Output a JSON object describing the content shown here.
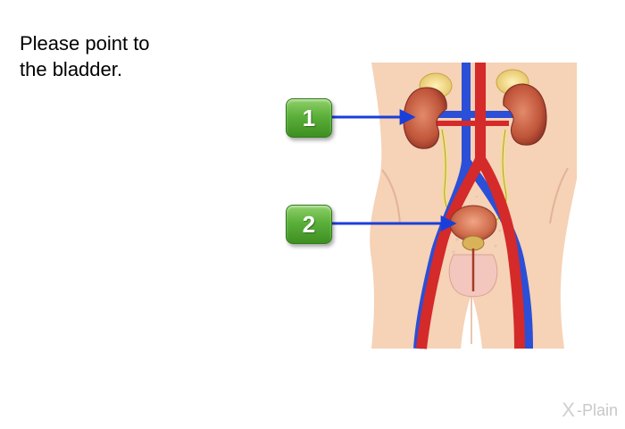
{
  "prompt": {
    "line1": "Please point to",
    "line2": "the bladder."
  },
  "choices": [
    {
      "label": "1",
      "target": "kidney"
    },
    {
      "label": "2",
      "target": "bladder"
    }
  ],
  "brand": {
    "x": "X",
    "rest": "-Plain"
  },
  "colors": {
    "artery": "#d42a2a",
    "vein": "#2b4fd6",
    "skin": "#f6d2b6",
    "choice_button": "#5bb03a",
    "pointer_arrow": "#1a3fd9"
  }
}
